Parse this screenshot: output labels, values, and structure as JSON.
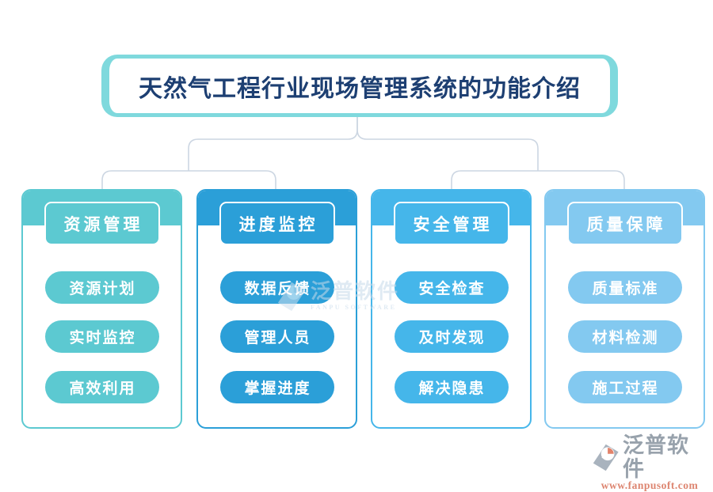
{
  "title": "天然气工程行业现场管理系统的功能介绍",
  "columns": [
    {
      "header": "资源管理",
      "color": "#5cc9d1",
      "items": [
        "资源计划",
        "实时监控",
        "高效利用"
      ]
    },
    {
      "header": "进度监控",
      "color": "#2b9fd8",
      "items": [
        "数据反馈",
        "管理人员",
        "掌握进度"
      ]
    },
    {
      "header": "安全管理",
      "color": "#45b6ea",
      "items": [
        "安全检查",
        "及时发现",
        "解决隐患"
      ]
    },
    {
      "header": "质量保障",
      "color": "#83c9f0",
      "items": [
        "质量标准",
        "材料检测",
        "施工过程"
      ]
    }
  ],
  "watermark_center": {
    "brand": "泛普软件",
    "subtitle": "FANPU SOFTWARE"
  },
  "footer_logo": {
    "brand": "泛普软件",
    "url": "www.fanpusoft.com"
  },
  "colors": {
    "title_border": "#7fd9dd",
    "title_text": "#1d3f72",
    "connector": "#ccd6e2",
    "watermark": "#c6daea",
    "footer_text": "#98a2ac",
    "footer_url": "#dd8570"
  }
}
